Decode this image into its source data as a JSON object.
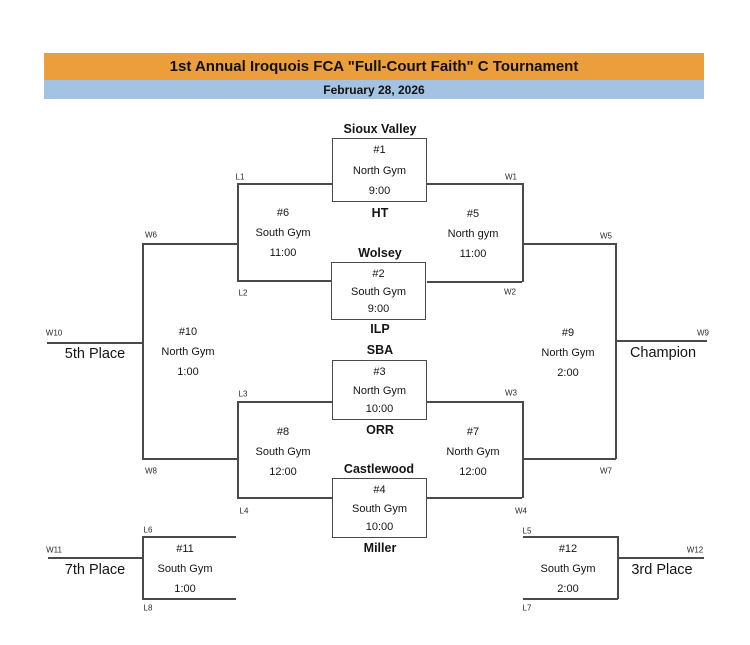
{
  "header": {
    "title": "1st Annual Iroquois FCA \"Full-Court Faith\" C Tournament",
    "date": "February 28, 2026",
    "title_bg": "#EC9E3C",
    "date_bg": "#A4C2E1"
  },
  "games": {
    "g1": {
      "number": "#1",
      "gym": "North Gym",
      "time": "9:00",
      "top_team": "Sioux Valley",
      "bottom_team": "HT"
    },
    "g2": {
      "number": "#2",
      "gym": "South Gym",
      "time": "9:00",
      "top_team": "Wolsey",
      "bottom_team": "ILP"
    },
    "g3": {
      "number": "#3",
      "gym": "North Gym",
      "time": "10:00",
      "top_team": "SBA",
      "bottom_team": "ORR"
    },
    "g4": {
      "number": "#4",
      "gym": "South Gym",
      "time": "10:00",
      "top_team": "Castlewood",
      "bottom_team": "Miller"
    },
    "g5": {
      "number": "#5",
      "gym": "North gym",
      "time": "11:00"
    },
    "g6": {
      "number": "#6",
      "gym": "South Gym",
      "time": "11:00"
    },
    "g7": {
      "number": "#7",
      "gym": "North Gym",
      "time": "12:00"
    },
    "g8": {
      "number": "#8",
      "gym": "South Gym",
      "time": "12:00"
    },
    "g9": {
      "number": "#9",
      "gym": "North Gym",
      "time": "2:00"
    },
    "g10": {
      "number": "#10",
      "gym": "North Gym",
      "time": "1:00"
    },
    "g11": {
      "number": "#11",
      "gym": "South Gym",
      "time": "1:00"
    },
    "g12": {
      "number": "#12",
      "gym": "South Gym",
      "time": "2:00"
    }
  },
  "places": {
    "champion": "Champion",
    "third": "3rd Place",
    "fifth": "5th Place",
    "seventh": "7th Place"
  },
  "tags": {
    "W1": "W1",
    "W2": "W2",
    "W3": "W3",
    "W4": "W4",
    "W5": "W5",
    "W6": "W6",
    "W7": "W7",
    "W8": "W8",
    "W9": "W9",
    "W10": "W10",
    "W11": "W11",
    "W12": "W12",
    "L1": "L1",
    "L2": "L2",
    "L3": "L3",
    "L4": "L4",
    "L5": "L5",
    "L6": "L6",
    "L7": "L7",
    "L8": "L8"
  }
}
